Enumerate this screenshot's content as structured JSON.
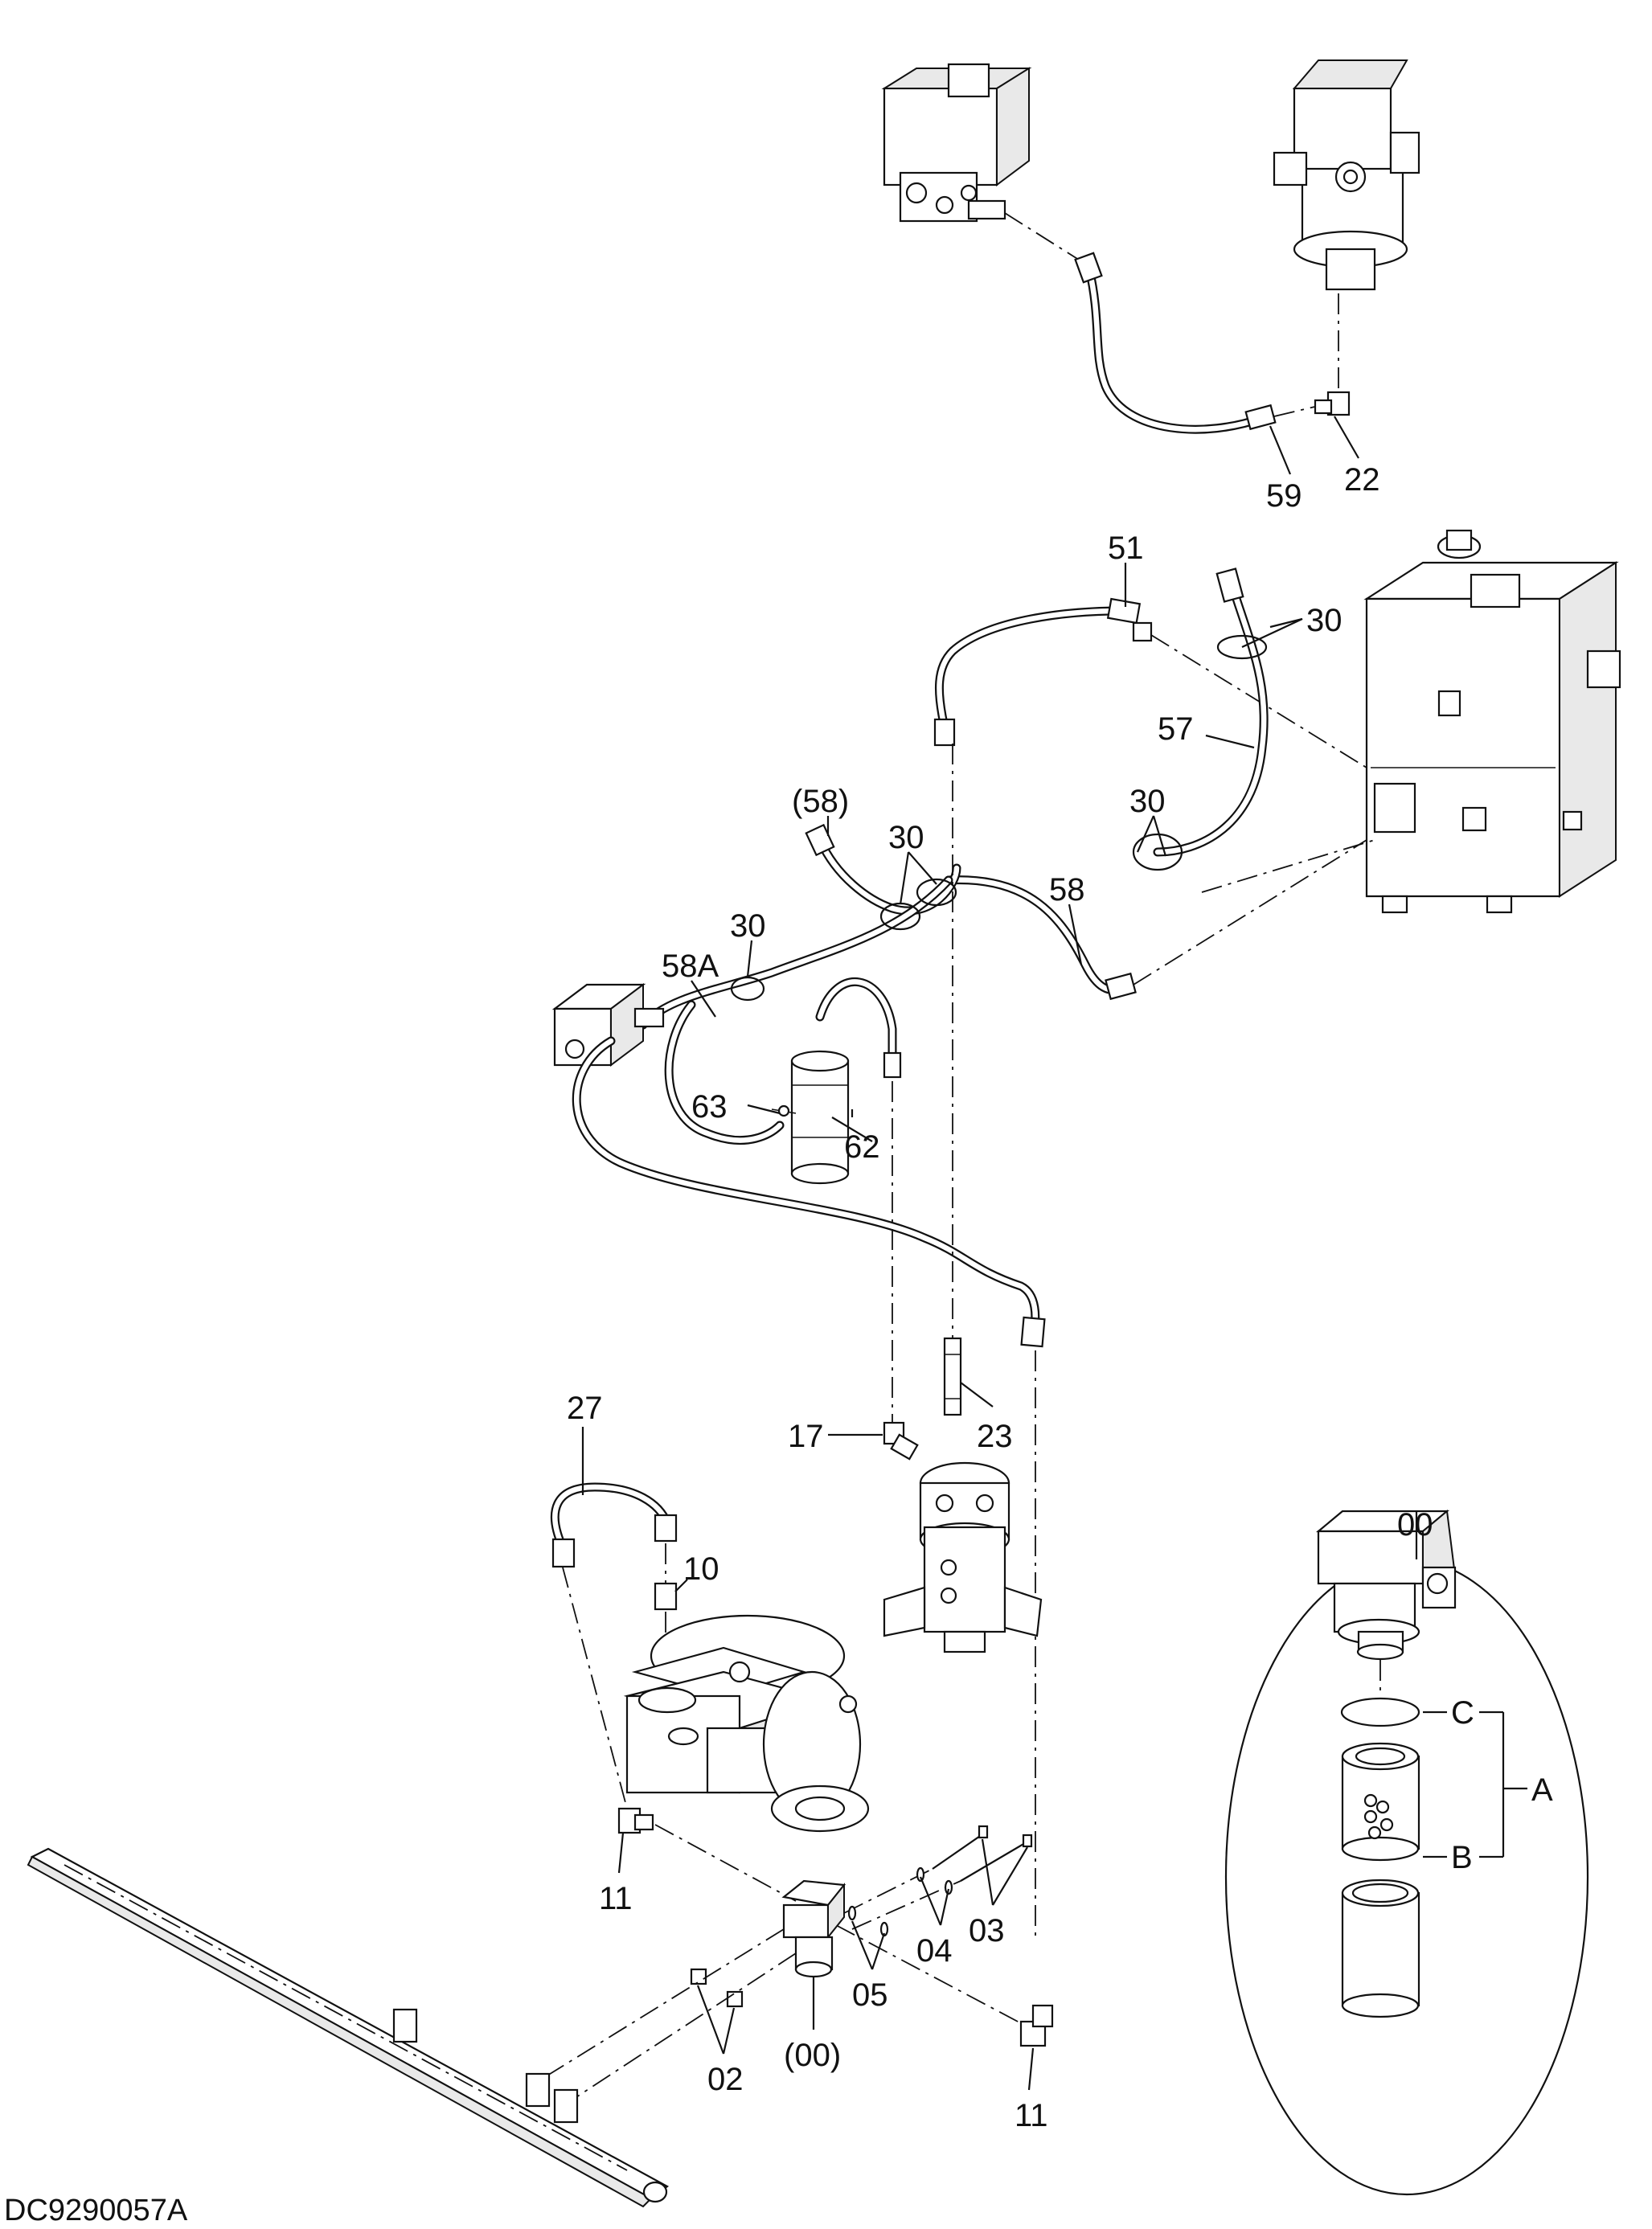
{
  "drawing_code": "DC9290057A",
  "callouts": {
    "c59": "59",
    "c22": "22",
    "c51": "51",
    "c30a": "30",
    "c57": "57",
    "c30b": "30",
    "c58p": "(58)",
    "c30c": "30",
    "c58": "58",
    "c30d": "30",
    "c58A": "58A",
    "c63": "63",
    "c62": "62",
    "c27": "27",
    "c17": "17",
    "c23": "23",
    "c10": "10",
    "c11a": "11",
    "c04": "04",
    "c03": "03",
    "c05": "05",
    "c02": "02",
    "c00p": "(00)",
    "c11b": "11"
  },
  "detail": {
    "title": "00",
    "C": "C",
    "B": "B",
    "A": "A"
  }
}
